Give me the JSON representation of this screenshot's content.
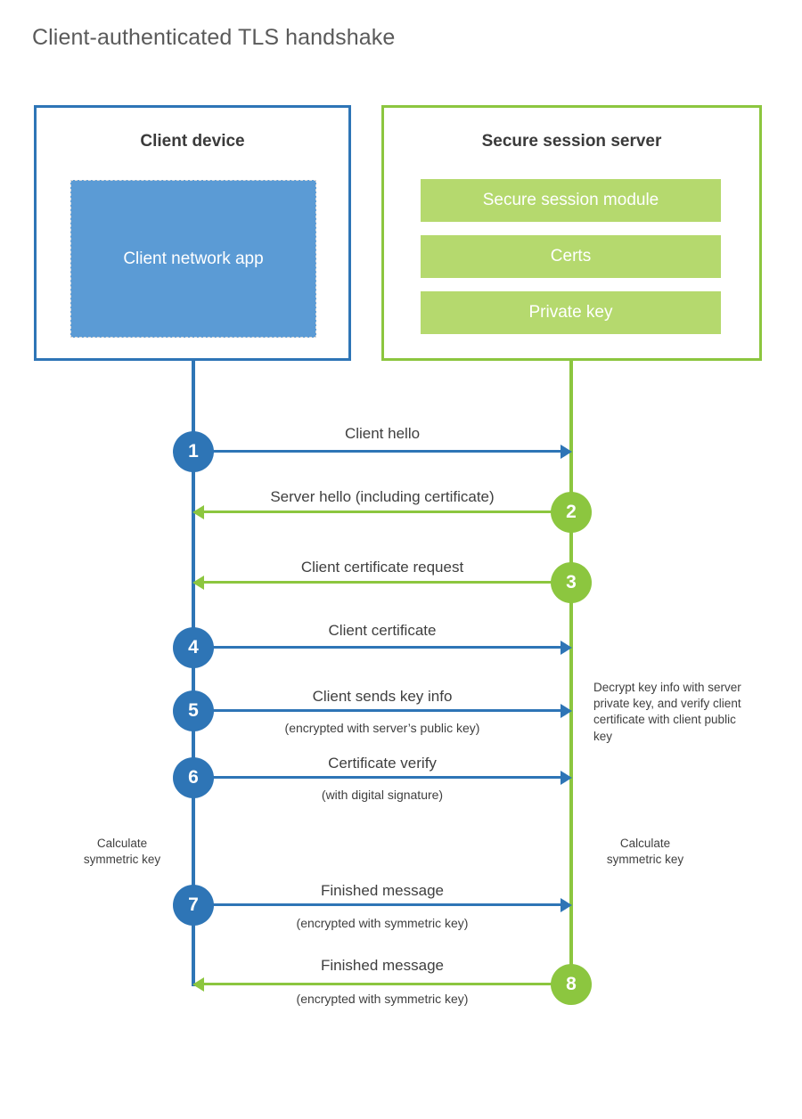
{
  "title": "Client-authenticated TLS handshake",
  "colors": {
    "client_border": "#2e75b6",
    "client_fill": "#5b9bd5",
    "server_border": "#8cc63f",
    "server_fill": "#b5d96e",
    "title_text": "#5a5a5a",
    "body_text": "#3f3f3f",
    "background": "#ffffff"
  },
  "client": {
    "title": "Client device",
    "app_label": "Client network app"
  },
  "server": {
    "title": "Secure session server",
    "modules": [
      {
        "label": "Secure session module"
      },
      {
        "label": "Certs"
      },
      {
        "label": "Private key"
      }
    ]
  },
  "steps": [
    {
      "number": "1",
      "label": "Client hello",
      "sublabel": "",
      "direction": "client-to-server",
      "color": "blue"
    },
    {
      "number": "2",
      "label": "Server hello (including certificate)",
      "sublabel": "",
      "direction": "server-to-client",
      "color": "green"
    },
    {
      "number": "3",
      "label": "Client certificate request",
      "sublabel": "",
      "direction": "server-to-client",
      "color": "green"
    },
    {
      "number": "4",
      "label": "Client certificate",
      "sublabel": "",
      "direction": "client-to-server",
      "color": "blue"
    },
    {
      "number": "5",
      "label": "Client sends key info",
      "sublabel": "(encrypted with server’s public key)",
      "direction": "client-to-server",
      "color": "blue"
    },
    {
      "number": "6",
      "label": "Certificate verify",
      "sublabel": "(with digital signature)",
      "direction": "client-to-server",
      "color": "blue"
    },
    {
      "number": "7",
      "label": "Finished message",
      "sublabel": "(encrypted with symmetric key)",
      "direction": "client-to-server",
      "color": "blue"
    },
    {
      "number": "8",
      "label": "Finished message",
      "sublabel": "(encrypted with symmetric key)",
      "direction": "server-to-client",
      "color": "green"
    }
  ],
  "annotations": {
    "server_decrypt_note": "Decrypt key info with server private key, and verify client certificate with client public key",
    "client_calculate_line1": "Calculate",
    "client_calculate_line2": "symmetric key",
    "server_calculate_line1": "Calculate",
    "server_calculate_line2": "symmetric key"
  }
}
